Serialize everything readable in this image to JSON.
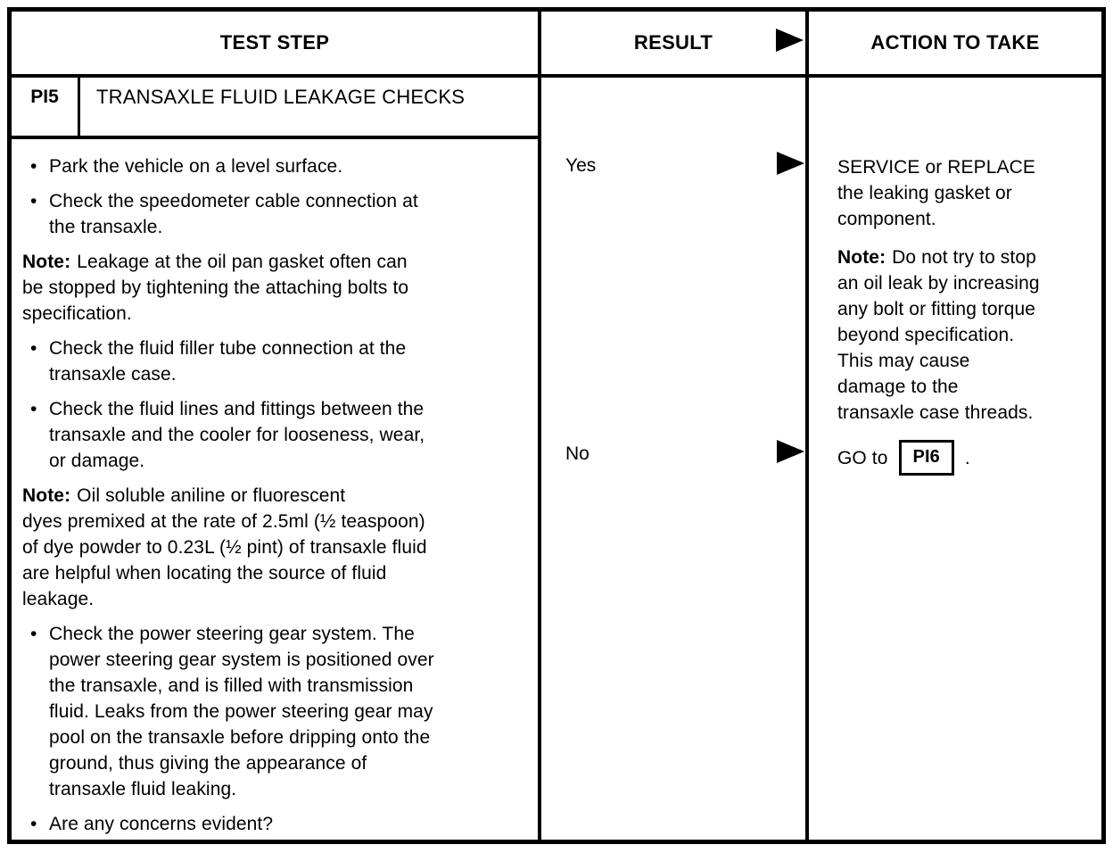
{
  "header": {
    "test_step": "TEST STEP",
    "result": "RESULT",
    "action_to_take": "ACTION TO TAKE"
  },
  "glyphs": {
    "bullet": "•"
  },
  "test": {
    "code": "PI5",
    "title": "TRANSAXLE FLUID LEAKAGE CHECKS"
  },
  "steps": [
    {
      "type": "bullet",
      "lines": [
        "Park the vehicle on a level surface."
      ]
    },
    {
      "type": "bullet",
      "lines": [
        "Check the speedometer cable connection at",
        "the transaxle."
      ]
    },
    {
      "type": "note",
      "prefix": "Note:",
      "lines": [
        "Leakage at the oil pan gasket often can",
        "be stopped by tightening the attaching bolts to",
        "specification."
      ]
    },
    {
      "type": "bullet",
      "lines": [
        "Check the fluid filler tube connection at the",
        "transaxle case."
      ]
    },
    {
      "type": "bullet",
      "lines": [
        "Check the fluid lines and fittings between the",
        "transaxle and the cooler for looseness, wear,",
        "or damage."
      ]
    },
    {
      "type": "note",
      "prefix": "Note:",
      "lines": [
        "Oil soluble aniline or fluorescent",
        "dyes premixed at the rate of 2.5ml (½ teaspoon)",
        "of dye powder to 0.23L (½ pint) of transaxle fluid",
        "are helpful when locating the source of fluid",
        "leakage."
      ]
    },
    {
      "type": "bullet",
      "lines": [
        "Check the power steering gear system. The",
        "power steering gear system is positioned over",
        "the transaxle, and is filled with transmission",
        "fluid. Leaks from the power steering gear may",
        "pool on the transaxle before dripping onto the",
        "ground, thus giving the appearance of",
        "transaxle fluid leaking."
      ]
    },
    {
      "type": "bullet",
      "lines": [
        "Are any concerns evident?"
      ]
    }
  ],
  "results": {
    "yes": "Yes",
    "no": "No"
  },
  "action": {
    "service": {
      "lines": [
        "SERVICE or REPLACE",
        "the leaking gasket or",
        "component."
      ]
    },
    "note": {
      "prefix": "Note:",
      "lines": [
        "Do not try to stop",
        "an oil leak by increasing",
        "any bolt or fitting torque",
        "beyond specification.",
        "This may cause",
        "damage to the",
        "transaxle case threads."
      ]
    },
    "goto": {
      "before": "GO to",
      "target": "PI6",
      "after": "."
    }
  }
}
